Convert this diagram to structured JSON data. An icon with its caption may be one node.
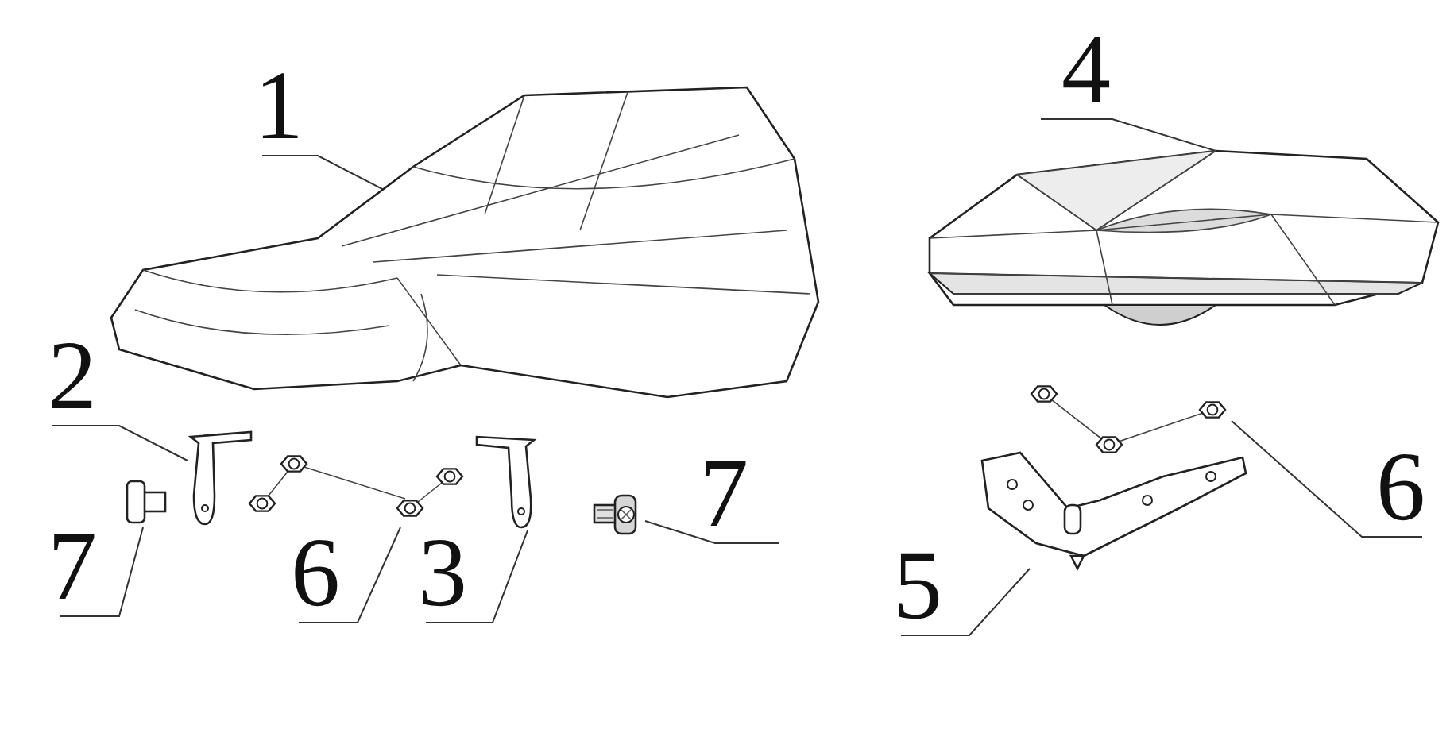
{
  "diagram": {
    "nodes": [
      {
        "text": [
          "1"
        ]
      },
      {
        "text": [],
        "shape": "picture"
      },
      {
        "text": [
          "4"
        ]
      },
      {
        "text": [],
        "shape": "picture"
      },
      {
        "text": [
          "2"
        ]
      },
      {
        "text": [],
        "shape": "picture"
      },
      {
        "text": [
          "7"
        ]
      },
      {
        "text": [],
        "shape": "picture"
      },
      {
        "text": [
          "6"
        ]
      },
      {
        "text": [],
        "shape": "picture"
      },
      {
        "text": [
          "3"
        ]
      },
      {
        "text": [],
        "shape": "picture"
      },
      {
        "text": [
          "7"
        ]
      },
      {
        "text": [],
        "shape": "picture"
      },
      {
        "text": [
          "5"
        ]
      },
      {
        "text": [],
        "shape": "picture"
      },
      {
        "text": [
          "6"
        ]
      },
      {
        "text": [],
        "shape": "picture"
      }
    ],
    "edges": [
      {
        "from": 0,
        "to": 1,
        "arrow": "none"
      },
      {
        "from": 2,
        "to": 3,
        "arrow": "none"
      },
      {
        "from": 4,
        "to": 5,
        "arrow": "none"
      },
      {
        "from": 6,
        "to": 7,
        "arrow": "none"
      },
      {
        "from": 8,
        "to": 9,
        "arrow": "none"
      },
      {
        "from": 10,
        "to": 11,
        "arrow": "none"
      },
      {
        "from": 12,
        "to": 13,
        "arrow": "none"
      },
      {
        "from": 14,
        "to": 15,
        "arrow": "none"
      },
      {
        "from": 16,
        "to": 17,
        "arrow": "none"
      }
    ]
  }
}
